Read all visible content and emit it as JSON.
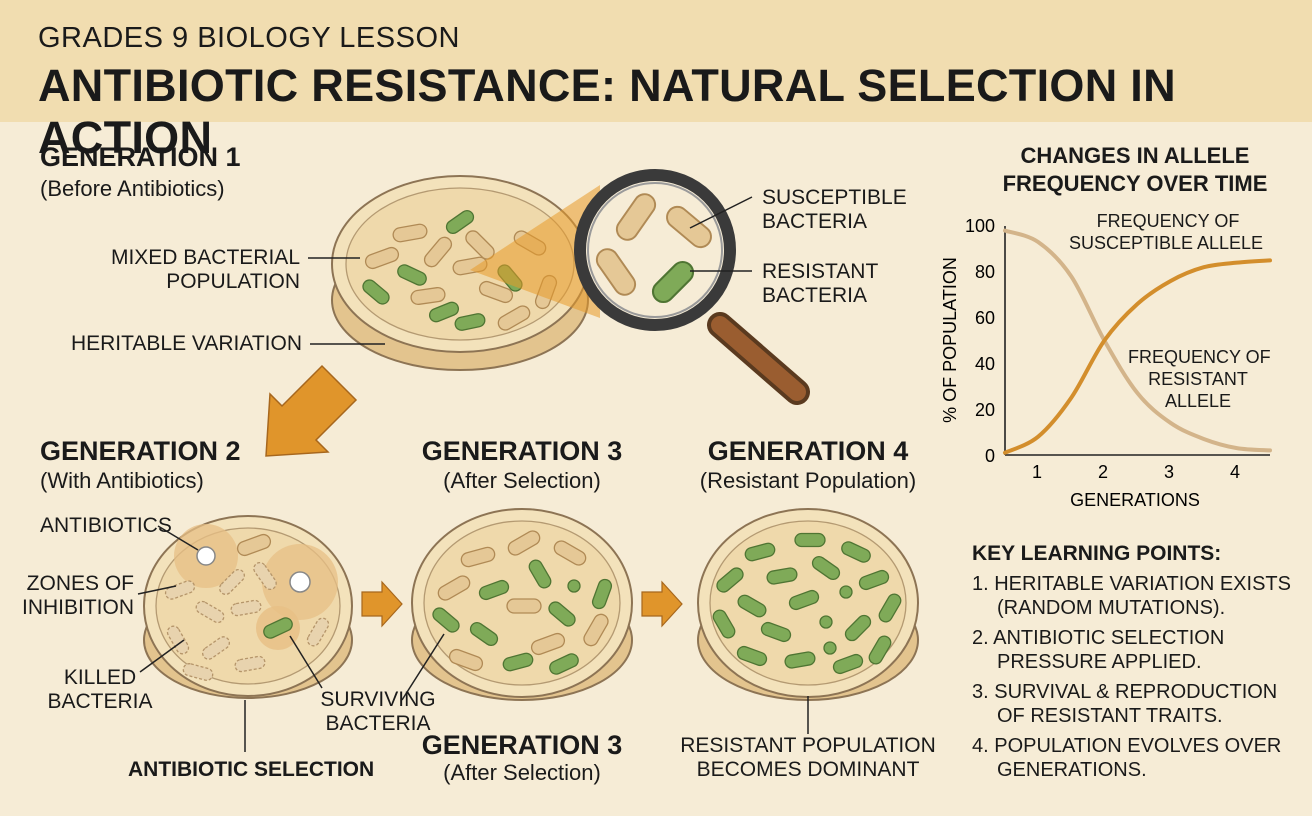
{
  "header": {
    "subtitle": "GRADES 9 BIOLOGY LESSON",
    "title": "ANTIBIOTIC RESISTANCE: NATURAL SELECTION IN ACTION"
  },
  "gen1": {
    "title": "GENERATION 1",
    "subtitle": "(Before Antibiotics)",
    "label_mixed_1": "MIXED BACTERIAL",
    "label_mixed_2": "POPULATION",
    "label_heritable": "HERITABLE VARIATION",
    "label_susceptible_1": "SUSCEPTIBLE",
    "label_susceptible_2": "BACTERIA",
    "label_resistant_1": "RESISTANT",
    "label_resistant_2": "BACTERIA"
  },
  "gen2": {
    "title": "GENERATION 2",
    "subtitle": "(With Antibiotics)",
    "label_antibiotics": "ANTIBIOTICS",
    "label_zones_1": "ZONES OF",
    "label_zones_2": "INHIBITION",
    "label_killed_1": "KILLED",
    "label_killed_2": "BACTERIA",
    "label_surviving_1": "SURVIVING",
    "label_surviving_2": "BACTERIA",
    "label_selection": "ANTIBIOTIC SELECTION"
  },
  "gen3": {
    "title": "GENERATION 3",
    "subtitle": "(After Selection)",
    "title_bottom": "GENERATION 3",
    "subtitle_bottom": "(After Selection)"
  },
  "gen4": {
    "title": "GENERATION 4",
    "subtitle": "(Resistant Population)",
    "label_dominant_1": "RESISTANT POPULATION",
    "label_dominant_2": "BECOMES DOMINANT"
  },
  "chart_data": {
    "type": "line",
    "title": "CHANGES IN ALLELE FREQUENCY OVER TIME",
    "title_line1": "CHANGES IN ALLELE",
    "title_line2": "FREQUENCY OVER TIME",
    "xlabel": "GENERATIONS",
    "ylabel": "% OF POPULATION",
    "xlim": [
      0.5,
      4.5
    ],
    "ylim": [
      0,
      100
    ],
    "xticks": [
      "1",
      "2",
      "3",
      "4"
    ],
    "yticks": [
      "0",
      "20",
      "40",
      "60",
      "80",
      "100"
    ],
    "series": [
      {
        "name": "FREQUENCY OF SUSCEPTIBLE ALLELE",
        "name_line1": "FREQUENCY OF",
        "name_line2": "SUSCEPTIBLE ALLELE",
        "color": "#d3b48a",
        "x": [
          0.5,
          1,
          1.5,
          2,
          2.5,
          3,
          3.5,
          4,
          4.5
        ],
        "values": [
          98,
          93,
          78,
          50,
          27,
          14,
          7,
          3,
          2
        ]
      },
      {
        "name": "FREQUENCY OF RESISTANT ALLELE",
        "name_line1": "FREQUENCY OF",
        "name_line2": "RESISTANT",
        "name_line3": "ALLELE",
        "color": "#d38e2c",
        "x": [
          0.5,
          1,
          1.5,
          2,
          2.5,
          3,
          3.5,
          4,
          4.5
        ],
        "values": [
          1,
          8,
          25,
          50,
          66,
          76,
          82,
          84,
          85
        ]
      }
    ]
  },
  "key_points": {
    "title": "KEY LEARNING POINTS:",
    "items": [
      {
        "l1": "1. HERITABLE VARIATION EXISTS",
        "l2": "(RANDOM MUTATIONS)."
      },
      {
        "l1": "2. ANTIBIOTIC SELECTION",
        "l2": "PRESSURE APPLIED."
      },
      {
        "l1": "3. SURVIVAL & REPRODUCTION",
        "l2": "OF RESISTANT TRAITS."
      },
      {
        "l1": "4. POPULATION EVOLVES OVER",
        "l2": "GENERATIONS."
      }
    ]
  },
  "colors": {
    "header": "#f1ddb0",
    "background": "#f6ecd6",
    "susceptible": "#e2c290",
    "resistant": "#7da555",
    "arrow": "#e0952b",
    "agar": "#f1dfb5"
  },
  "icons": [
    "magnifier-icon",
    "petri-dish-icon",
    "antibiotic-disc-icon",
    "arrow-icon"
  ]
}
